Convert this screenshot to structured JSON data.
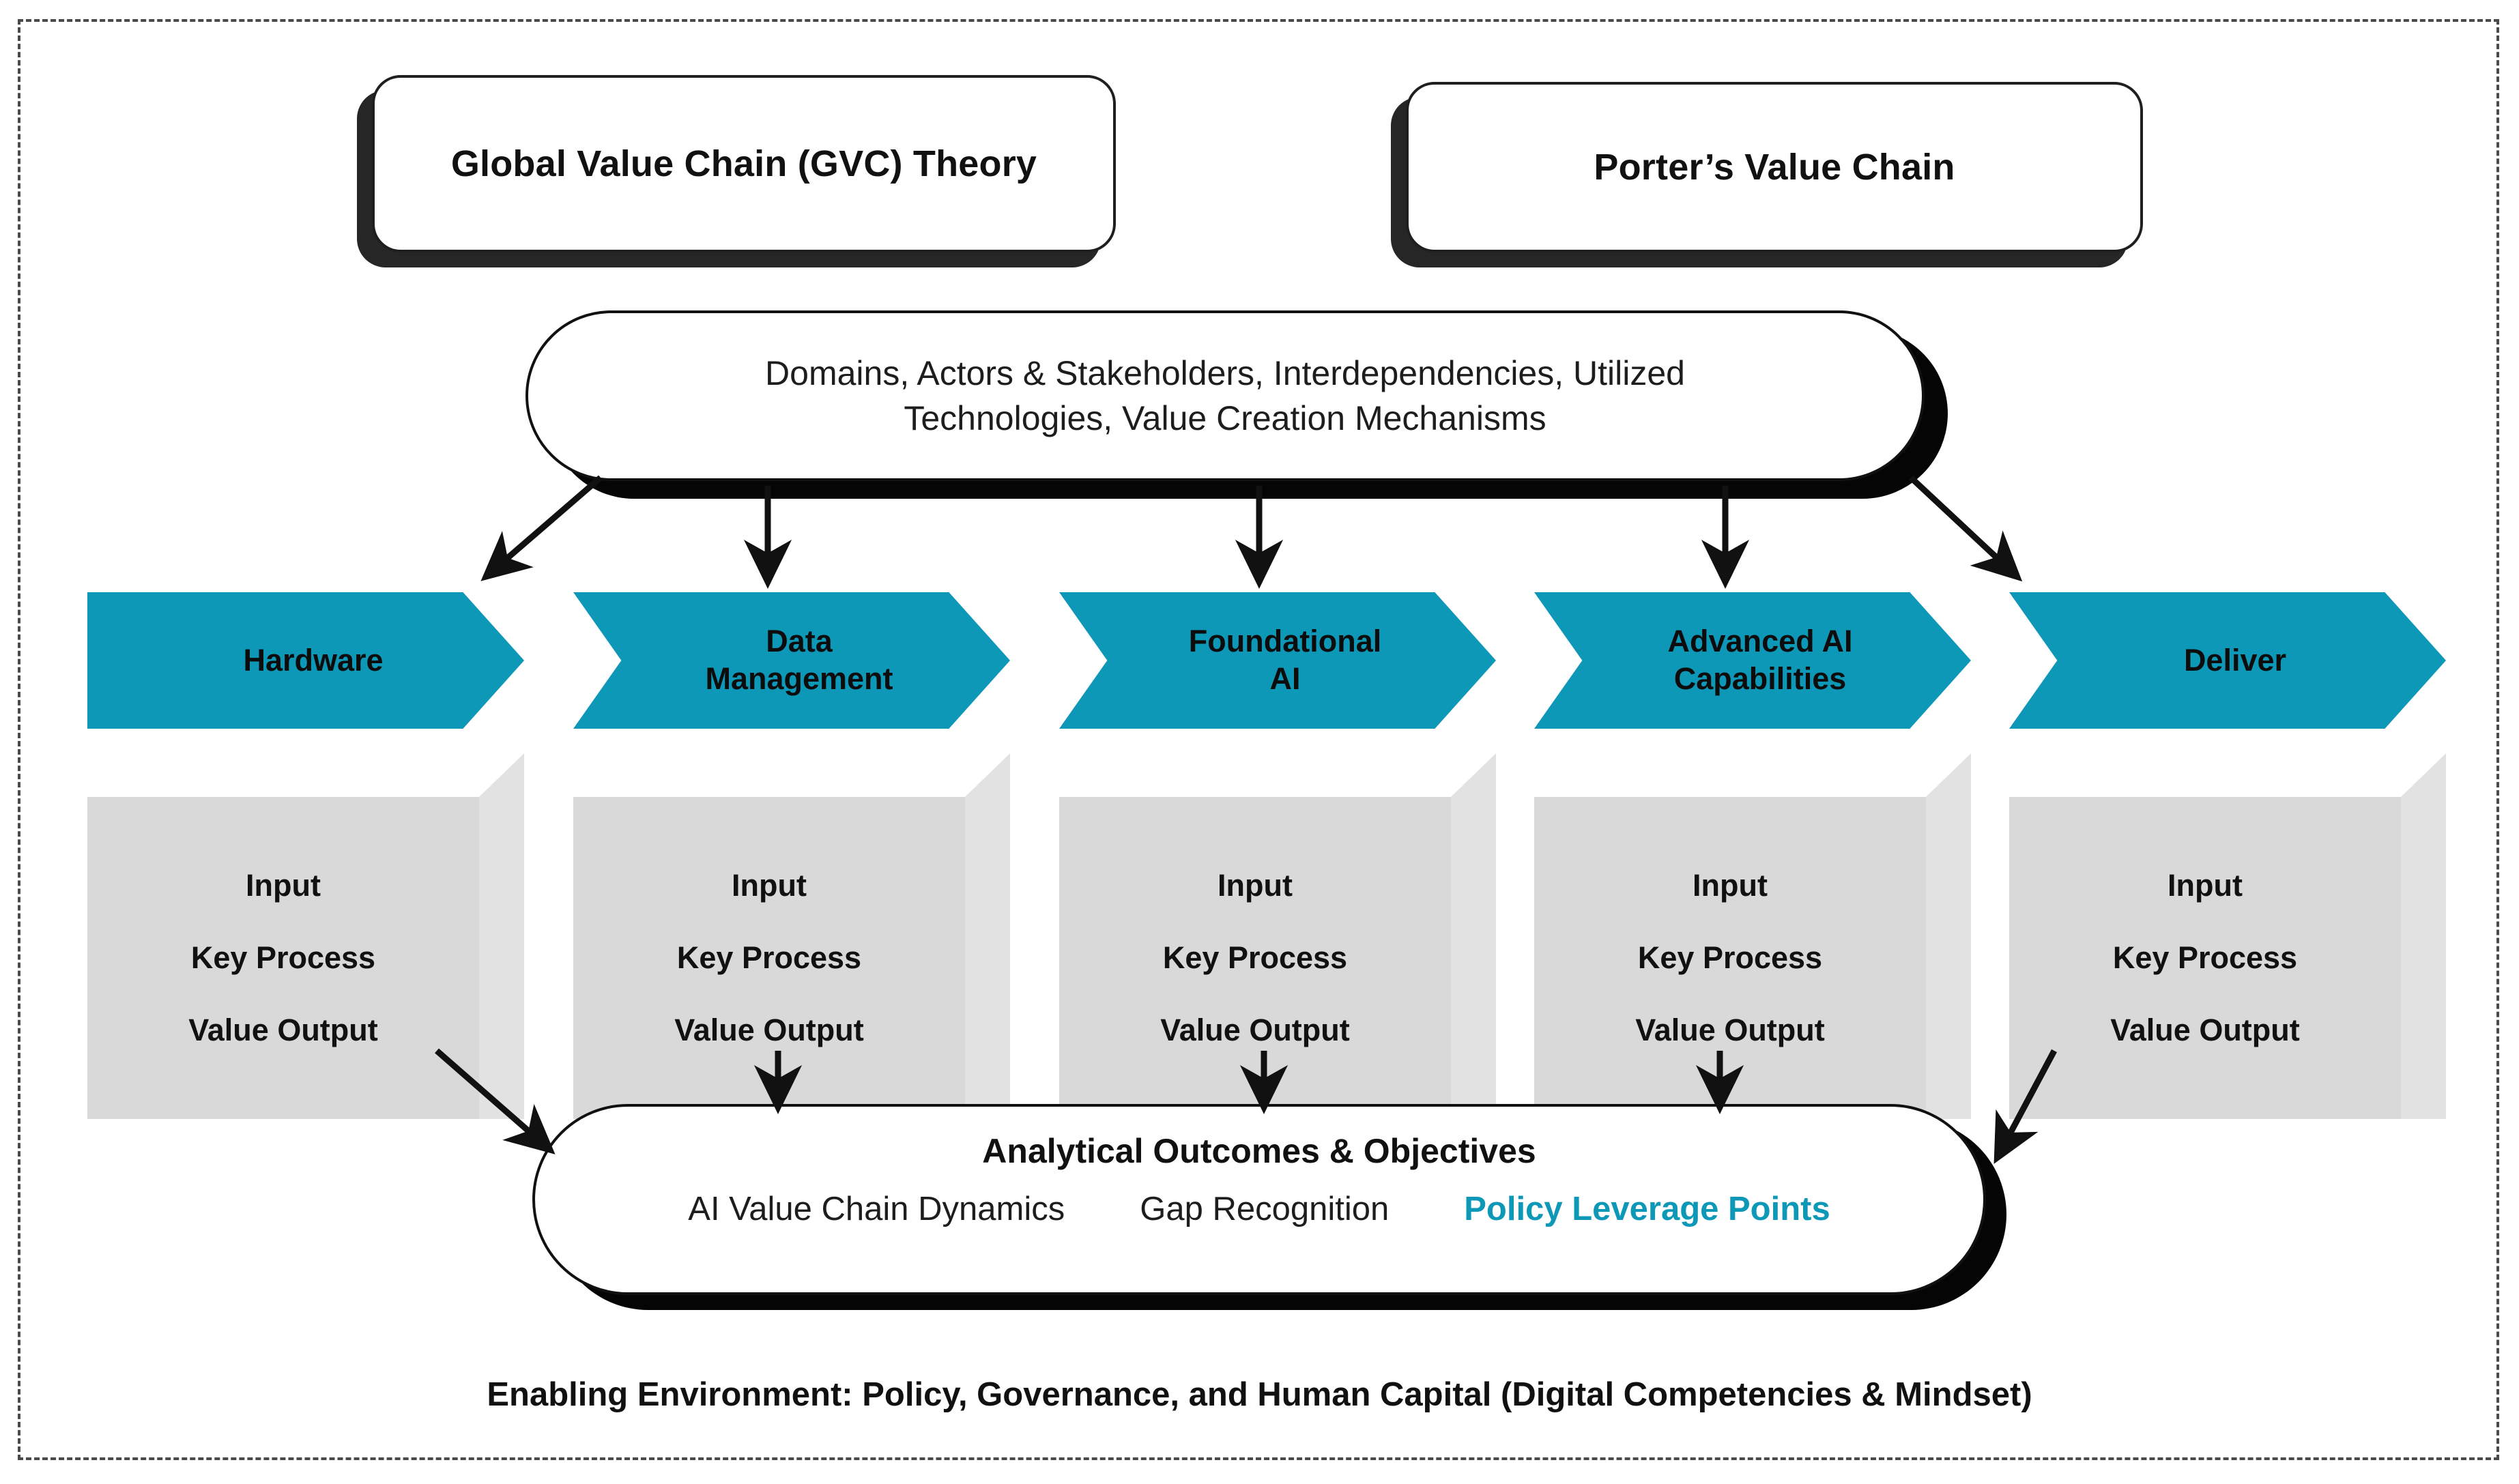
{
  "frame": {
    "border_style": "dashed",
    "border_color": "#4a4a4a"
  },
  "theories": [
    {
      "id": "gvc",
      "label": "Global Value Chain (GVC) Theory"
    },
    {
      "id": "porter",
      "label": "Porter’s Value Chain"
    }
  ],
  "dimension_pill": {
    "text": "Domains, Actors & Stakeholders, Interdependencies, Utilized Technologies, Value Creation Mechanisms"
  },
  "stages": [
    {
      "name": "Hardware",
      "detail": [
        "Input",
        "Key Process",
        "Value Output"
      ]
    },
    {
      "name": "Data\nManagement",
      "detail": [
        "Input",
        "Key Process",
        "Value Output"
      ]
    },
    {
      "name": "Foundational\nAI",
      "detail": [
        "Input",
        "Key Process",
        "Value Output"
      ]
    },
    {
      "name": "Advanced AI\nCapabilities",
      "detail": [
        "Input",
        "Key Process",
        "Value Output"
      ]
    },
    {
      "name": "Deliver",
      "detail": [
        "Input",
        "Key Process",
        "Value Output"
      ]
    }
  ],
  "outcomes": {
    "title": "Analytical Outcomes & Objectives",
    "items": [
      {
        "label": "AI Value Chain Dynamics",
        "accent": false
      },
      {
        "label": "Gap Recognition",
        "accent": false
      },
      {
        "label": "Policy Leverage Points",
        "accent": true
      }
    ]
  },
  "footer": {
    "text": "Enabling Environment: Policy, Governance, and Human Capital (Digital Competencies & Mindset)"
  },
  "colors": {
    "accent_teal": "#0d98b8",
    "detail_gray": "#d9d9d9",
    "detail_gray_shadow": "#e2e2e2",
    "shadow_black": "#050505",
    "frame_border": "#4a4a4a"
  }
}
